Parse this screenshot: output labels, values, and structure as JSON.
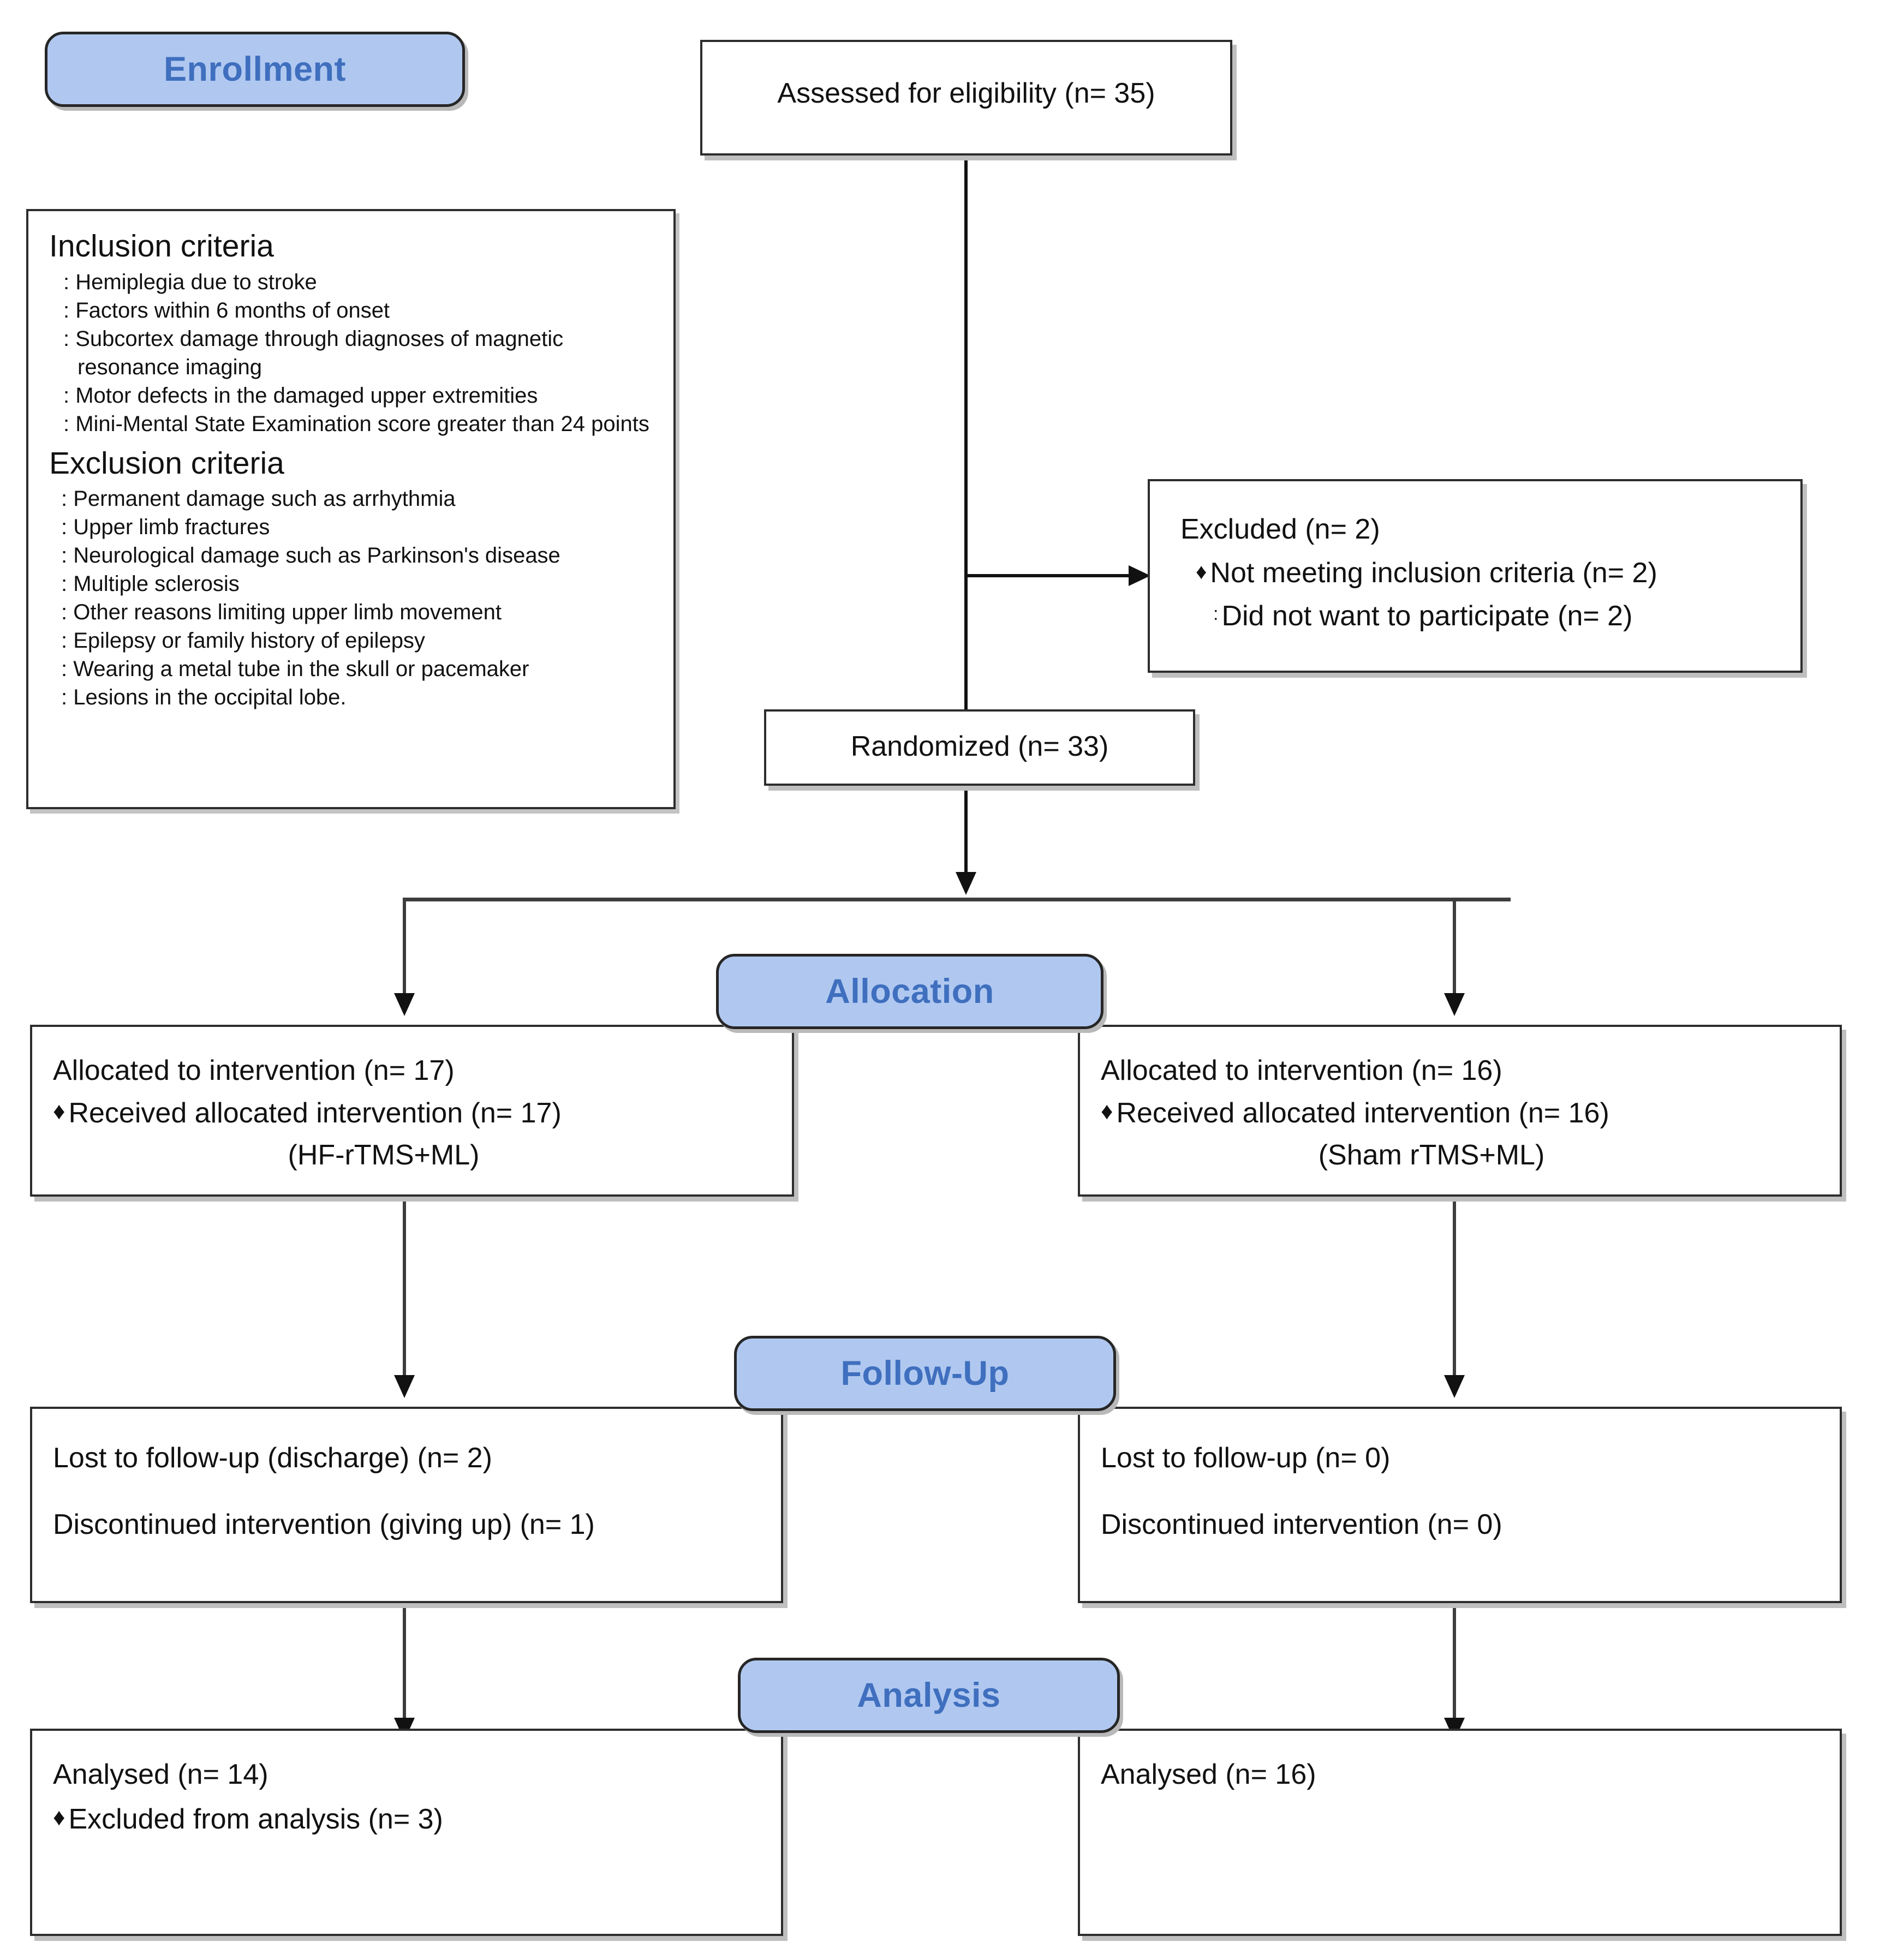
{
  "diagram": {
    "title": "CONSORT participant flow diagram",
    "accent_color": "#b0c8f0",
    "badge_text_color": "#3f6fbe",
    "box_border_color": "#2d2d2d"
  },
  "stages": {
    "enrollment": "Enrollment",
    "allocation": "Allocation",
    "followup": "Follow-Up",
    "analysis": "Analysis"
  },
  "enrollment": {
    "assessed": "Assessed for eligibility (n= 35)",
    "randomized": "Randomized (n= 33)",
    "excluded": {
      "title": "Excluded (n= 2)",
      "items": [
        {
          "marker": "♦",
          "text": "Not meeting inclusion criteria (n= 2)"
        },
        {
          "marker": ":",
          "text": "Did not want to participate (n= 2)"
        }
      ]
    }
  },
  "criteria": {
    "inclusion_heading": "Inclusion criteria",
    "inclusion_items": [
      ": Hemiplegia due to stroke",
      ": Factors within 6 months of onset",
      ": Subcortex damage through diagnoses of magnetic resonance imaging",
      ": Motor defects in the damaged upper extremities",
      ": Mini-Mental State Examination score greater than 24 points"
    ],
    "exclusion_heading": "Exclusion criteria",
    "exclusion_items": [
      ": Permanent damage such as arrhythmia",
      ": Upper limb fractures",
      ": Neurological damage such as Parkinson's disease",
      ": Multiple sclerosis",
      ": Other reasons limiting upper limb movement",
      ": Epilepsy or family history of epilepsy",
      ": Wearing a metal tube in the skull or pacemaker",
      ": Lesions in the occipital lobe."
    ]
  },
  "allocation": {
    "left": {
      "line1": "Allocated to intervention (n= 17)",
      "bullet_marker": "♦",
      "line2": "Received allocated intervention (n= 17)",
      "line3": "(HF-rTMS+ML)"
    },
    "right": {
      "line1": "Allocated to intervention (n= 16)",
      "bullet_marker": "♦",
      "line2": "Received allocated intervention (n= 16)",
      "line3": "(Sham rTMS+ML)"
    }
  },
  "followup": {
    "left": {
      "line1": "Lost to follow-up (discharge) (n= 2)",
      "line2": "Discontinued intervention (giving up) (n= 1)"
    },
    "right": {
      "line1": "Lost to follow-up (n= 0)",
      "line2": "Discontinued intervention (n= 0)"
    }
  },
  "analysis": {
    "left": {
      "line1": "Analysed (n= 14)",
      "bullet_marker": "♦",
      "line2": "Excluded from analysis (n= 3)"
    },
    "right": {
      "line1": "Analysed (n= 16)"
    }
  }
}
